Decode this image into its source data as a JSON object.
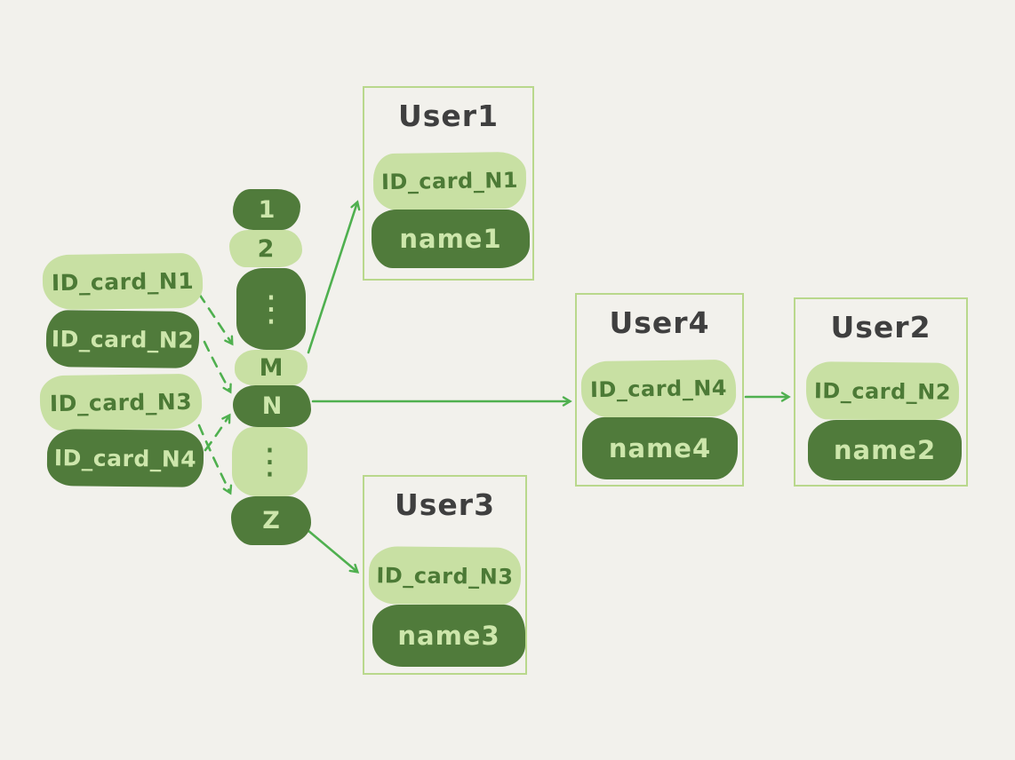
{
  "diagram": {
    "id_cards": [
      {
        "label": "ID_card_N1",
        "variant": "light"
      },
      {
        "label": "ID_card_N2",
        "variant": "dark"
      },
      {
        "label": "ID_card_N3",
        "variant": "light"
      },
      {
        "label": "ID_card_N4",
        "variant": "dark"
      }
    ],
    "buckets": [
      {
        "label": "1",
        "variant": "dark"
      },
      {
        "label": "2",
        "variant": "light"
      },
      {
        "label": "⋮",
        "variant": "dark"
      },
      {
        "label": "M",
        "variant": "light"
      },
      {
        "label": "N",
        "variant": "dark"
      },
      {
        "label": "⋮",
        "variant": "light"
      },
      {
        "label": "Z",
        "variant": "dark"
      }
    ],
    "users": {
      "user1": {
        "title": "User1",
        "id_card": "ID_card_N1",
        "name": "name1"
      },
      "user2": {
        "title": "User2",
        "id_card": "ID_card_N2",
        "name": "name2"
      },
      "user3": {
        "title": "User3",
        "id_card": "ID_card_N3",
        "name": "name3"
      },
      "user4": {
        "title": "User4",
        "id_card": "ID_card_N4",
        "name": "name4"
      }
    },
    "edges": [
      {
        "from": "ID_card_N1",
        "to": "bucket-M",
        "style": "dashed"
      },
      {
        "from": "ID_card_N2",
        "to": "bucket-N",
        "style": "dashed"
      },
      {
        "from": "ID_card_N3",
        "to": "bucket-Z",
        "style": "dashed"
      },
      {
        "from": "ID_card_N4",
        "to": "bucket-N",
        "style": "dashed"
      },
      {
        "from": "bucket-M",
        "to": "User1",
        "style": "solid"
      },
      {
        "from": "bucket-N",
        "to": "User4",
        "style": "solid"
      },
      {
        "from": "bucket-Z",
        "to": "User3",
        "style": "solid"
      },
      {
        "from": "User4",
        "to": "User2",
        "style": "solid"
      }
    ],
    "colors": {
      "background": "#f2f1ec",
      "pill_light": "#c8e0a3",
      "pill_dark": "#507b3b",
      "text_on_light": "#4c7a36",
      "text_on_dark": "#cde6ab",
      "arrow": "#4fb04f",
      "box_border": "#b9d88c",
      "title_text": "#3f3f3f"
    }
  }
}
